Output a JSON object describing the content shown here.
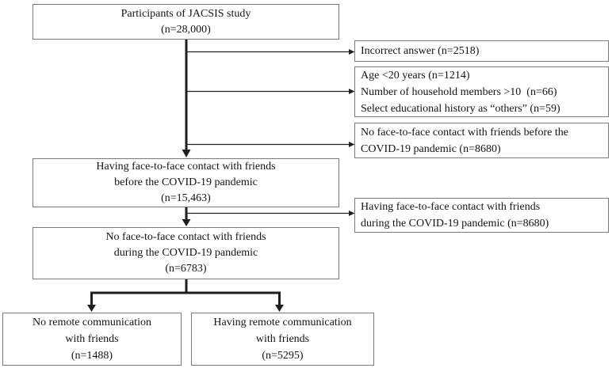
{
  "figure": {
    "description_label": "Participant flow diagram",
    "colors": {
      "background": "#ffffff",
      "box_border": "#7a7a7a",
      "arrow": "#1f1f1f",
      "text": "#141414"
    }
  },
  "boxes": {
    "participants": {
      "lines": [
        "Participants of JACSIS study",
        "(n=28,000)"
      ]
    },
    "excl_incorrect": {
      "lines": [
        "Incorrect answer (n=2518)"
      ]
    },
    "excl_criteria": {
      "lines": [
        "Age <20 years (n=1214)",
        "Number of household members >10  (n=66)",
        "Select educational history as “others” (n=59)"
      ]
    },
    "excl_no_f2f_before": {
      "lines": [
        "No face-to-face contact with friends before the",
        "COVID-19 pandemic (n=8680)"
      ]
    },
    "f2f_before": {
      "lines": [
        "Having face-to-face contact with friends",
        "before the COVID-19 pandemic",
        "(n=15,463)"
      ]
    },
    "excl_f2f_during": {
      "lines": [
        "Having face-to-face contact with friends",
        "during the COVID-19 pandemic (n=8680)"
      ]
    },
    "no_f2f_during": {
      "lines": [
        "No face-to-face contact with friends",
        "during the COVID-19 pandemic",
        "(n=6783)"
      ]
    },
    "no_remote": {
      "lines": [
        "No remote communication",
        "with friends",
        "(n=1488)"
      ]
    },
    "having_remote": {
      "lines": [
        "Having remote communication",
        "with friends",
        "(n=5295)"
      ]
    }
  }
}
